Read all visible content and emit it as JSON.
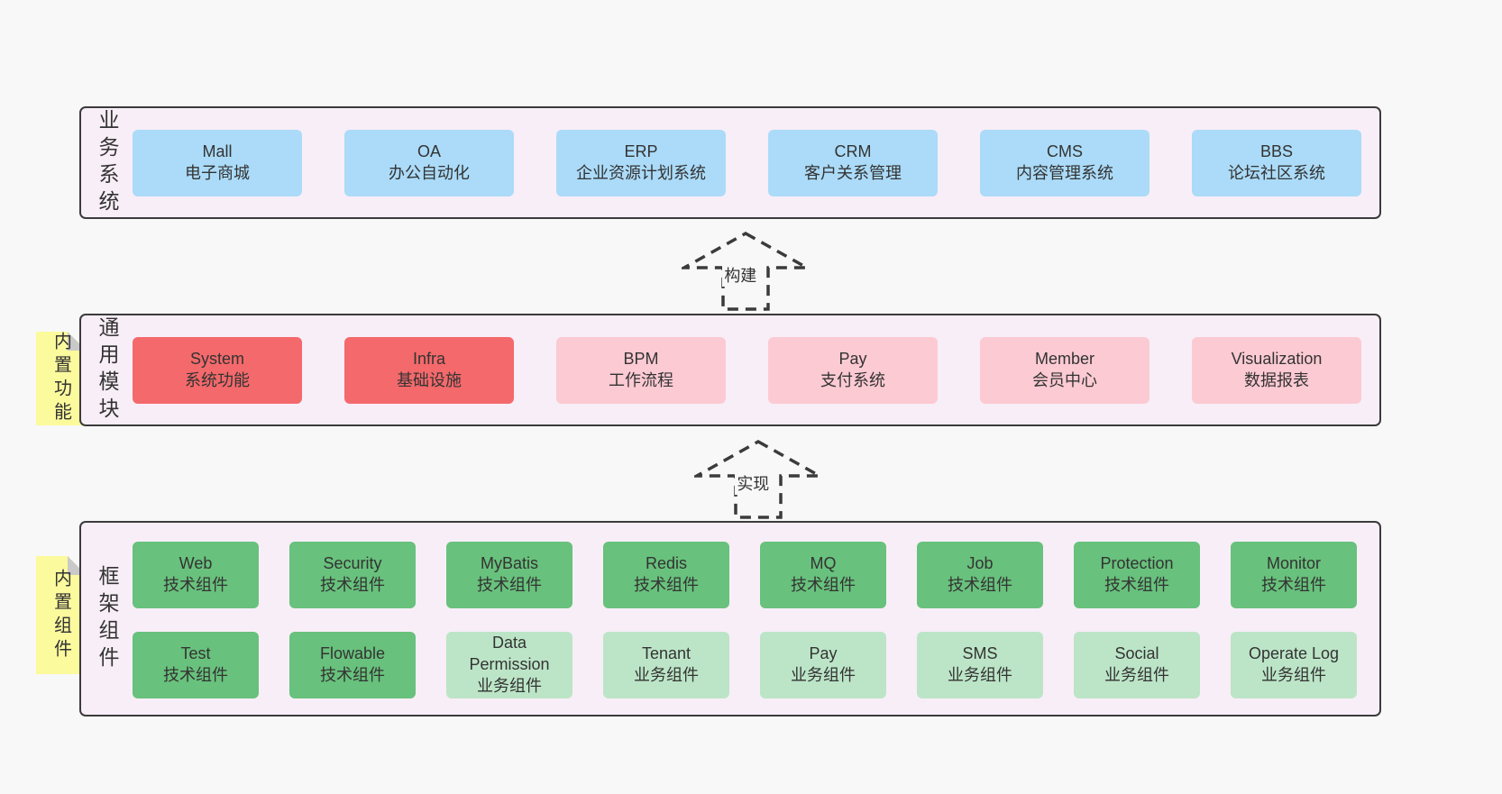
{
  "colors": {
    "page_bg": "#f8f8f8",
    "band_bg": "#f8eef7",
    "band_border": "#3b3b3b",
    "blue_node": "#abdbf8",
    "red_node": "#f4696b",
    "pink_node": "#fccad3",
    "green_node": "#68c17c",
    "light_green_node": "#bce5c7",
    "sticky_yellow": "#fbfa9d",
    "fold_gray": "#c9c9c9",
    "text": "#333333"
  },
  "bands": [
    {
      "label": "业务系统",
      "boxes": [
        {
          "name": "Mall",
          "desc": "电子商城",
          "variant": "blue"
        },
        {
          "name": "OA",
          "desc": "办公自动化",
          "variant": "blue"
        },
        {
          "name": "ERP",
          "desc": "企业资源计划系统",
          "variant": "blue"
        },
        {
          "name": "CRM",
          "desc": "客户关系管理",
          "variant": "blue"
        },
        {
          "name": "CMS",
          "desc": "内容管理系统",
          "variant": "blue"
        },
        {
          "name": "BBS",
          "desc": "论坛社区系统",
          "variant": "blue"
        }
      ]
    },
    {
      "label": "通用模块",
      "sticky": "内置功能",
      "boxes": [
        {
          "name": "System",
          "desc": "系统功能",
          "variant": "red"
        },
        {
          "name": "Infra",
          "desc": "基础设施",
          "variant": "red"
        },
        {
          "name": "BPM",
          "desc": "工作流程",
          "variant": "pink"
        },
        {
          "name": "Pay",
          "desc": "支付系统",
          "variant": "pink"
        },
        {
          "name": "Member",
          "desc": "会员中心",
          "variant": "pink"
        },
        {
          "name": "Visualization",
          "desc": "数据报表",
          "variant": "pink"
        }
      ]
    },
    {
      "label": "框架组件",
      "sticky": "内置组件",
      "rows": [
        [
          {
            "name": "Web",
            "desc": "技术组件",
            "variant": "green"
          },
          {
            "name": "Security",
            "desc": "技术组件",
            "variant": "green"
          },
          {
            "name": "MyBatis",
            "desc": "技术组件",
            "variant": "green"
          },
          {
            "name": "Redis",
            "desc": "技术组件",
            "variant": "green"
          },
          {
            "name": "MQ",
            "desc": "技术组件",
            "variant": "green"
          },
          {
            "name": "Job",
            "desc": "技术组件",
            "variant": "green"
          },
          {
            "name": "Protection",
            "desc": "技术组件",
            "variant": "green"
          },
          {
            "name": "Monitor",
            "desc": "技术组件",
            "variant": "green"
          }
        ],
        [
          {
            "name": "Test",
            "desc": "技术组件",
            "variant": "green"
          },
          {
            "name": "Flowable",
            "desc": "技术组件",
            "variant": "green"
          },
          {
            "name": "Data Permission",
            "desc": "业务组件",
            "variant": "light_green"
          },
          {
            "name": "Tenant",
            "desc": "业务组件",
            "variant": "light_green"
          },
          {
            "name": "Pay",
            "desc": "业务组件",
            "variant": "light_green"
          },
          {
            "name": "SMS",
            "desc": "业务组件",
            "variant": "light_green"
          },
          {
            "name": "Social",
            "desc": "业务组件",
            "variant": "light_green"
          },
          {
            "name": "Operate Log",
            "desc": "业务组件",
            "variant": "light_green"
          }
        ]
      ]
    }
  ],
  "arrows": [
    {
      "label": "构建"
    },
    {
      "label": "实现"
    }
  ]
}
